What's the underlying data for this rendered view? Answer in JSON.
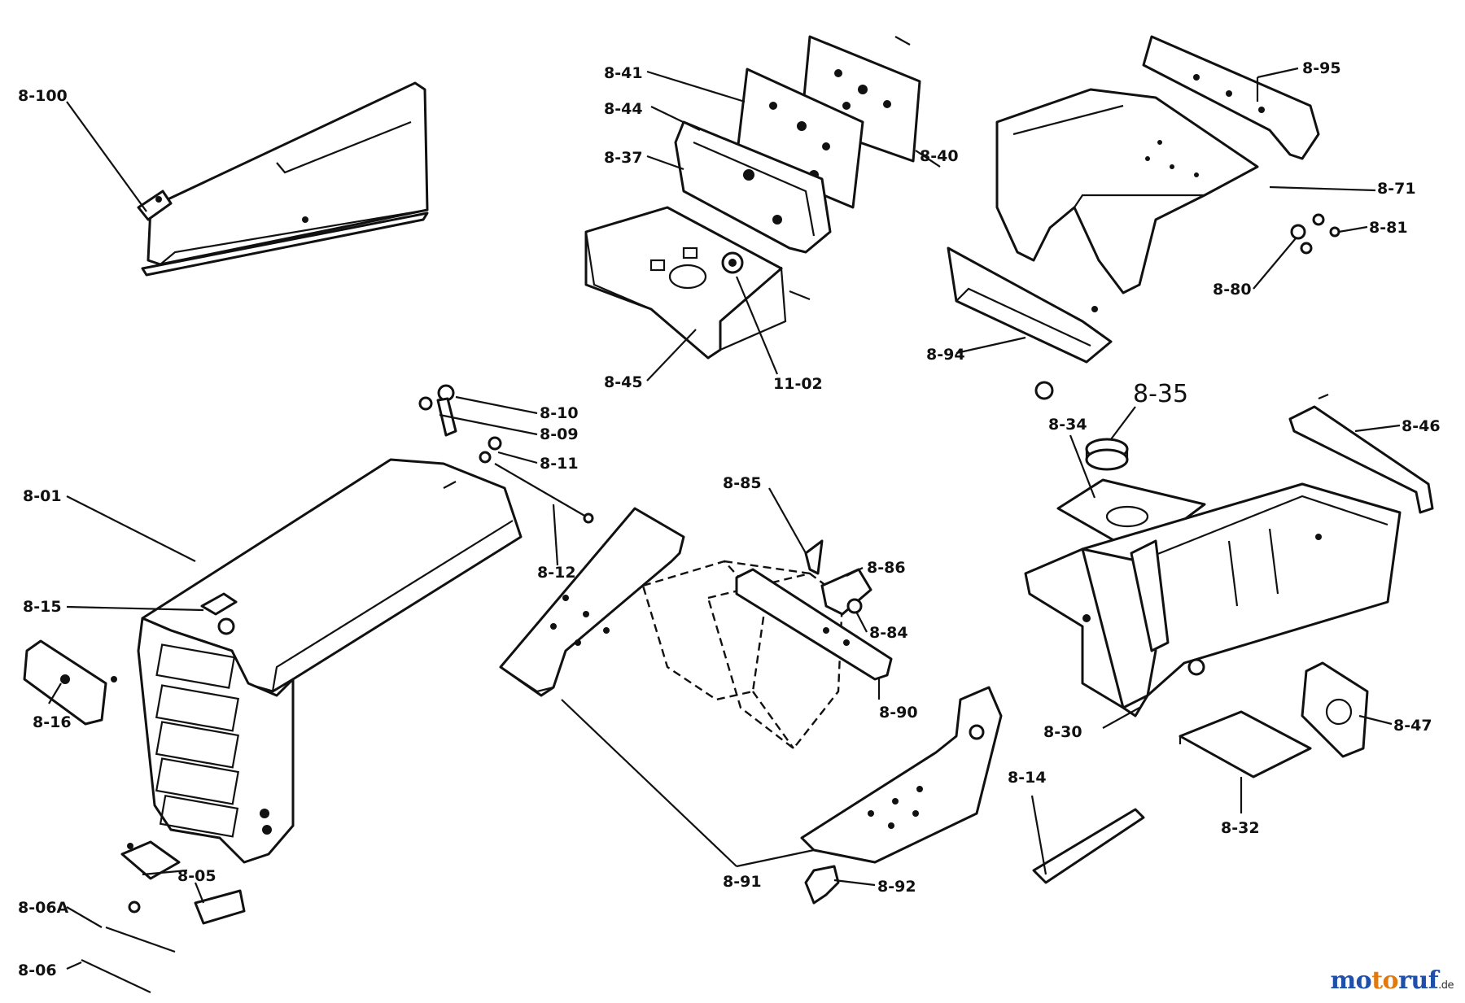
{
  "labels": {
    "p8_100": "8-100",
    "p8_41": "8-41",
    "p8_44": "8-44",
    "p8_37": "8-37",
    "p8_40": "8-40",
    "p8_45": "8-45",
    "p11_02": "11-02",
    "p8_95": "8-95",
    "p8_71": "8-71",
    "p8_81": "8-81",
    "p8_80": "8-80",
    "p8_94": "8-94",
    "p8_10": "8-10",
    "p8_09": "8-09",
    "p8_11": "8-11",
    "p8_12": "8-12",
    "p8_01": "8-01",
    "p8_15": "8-15",
    "p8_16": "8-16",
    "p8_05": "8-05",
    "p8_06A": "8-06A",
    "p8_06": "8-06",
    "p8_85": "8-85",
    "p8_86": "8-86",
    "p8_84": "8-84",
    "p8_90": "8-90",
    "p8_91": "8-91",
    "p8_92": "8-92",
    "p8_14": "8-14",
    "p8_35": "8-35",
    "p8_34": "8-34",
    "p8_46": "8-46",
    "p8_30": "8-30",
    "p8_47": "8-47",
    "p8_32": "8-32"
  },
  "watermark": {
    "part1": "mo",
    "part2": "to",
    "part3": "ruf",
    "suffix": ".de"
  }
}
